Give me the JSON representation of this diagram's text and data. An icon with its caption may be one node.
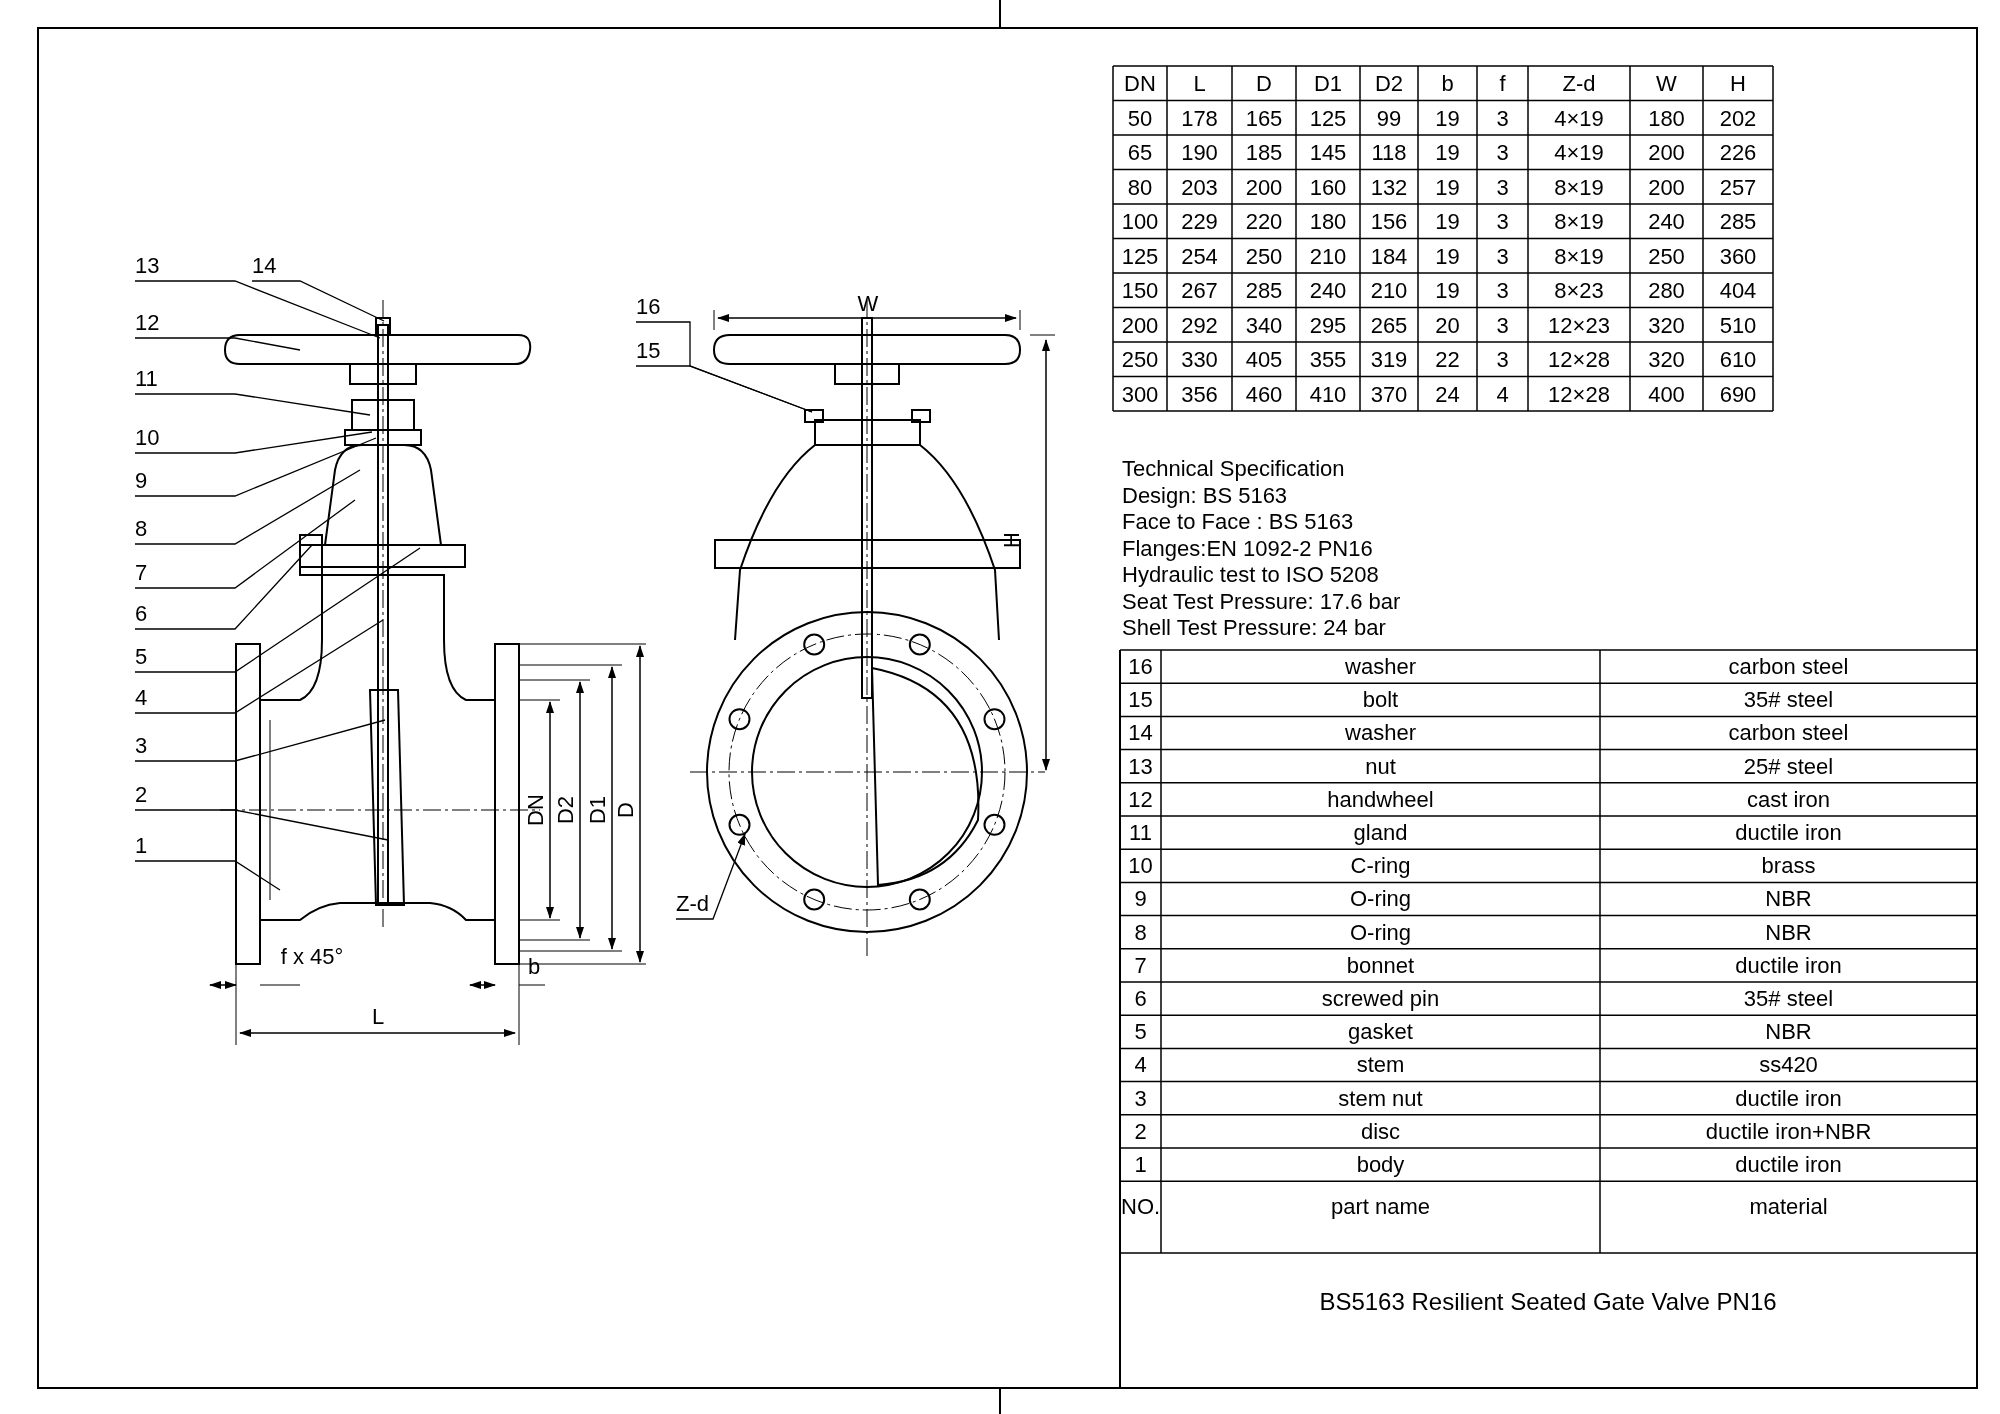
{
  "diagram": {
    "title": "BS5163 Resilient Seated Gate Valve PN16",
    "nodes": [
      {
        "text": [
          "13"
        ]
      },
      {
        "text": [
          "14"
        ]
      },
      {
        "text": [
          "12"
        ]
      },
      {
        "text": [
          "11"
        ]
      },
      {
        "text": [
          "10"
        ]
      },
      {
        "text": [
          "9"
        ]
      },
      {
        "text": [
          "8"
        ]
      },
      {
        "text": [
          "7"
        ]
      },
      {
        "text": [
          "6"
        ]
      },
      {
        "text": [
          "5"
        ]
      },
      {
        "text": [
          "4"
        ]
      },
      {
        "text": [
          "3"
        ]
      },
      {
        "text": [
          "2"
        ]
      },
      {
        "text": [
          "1"
        ]
      },
      {
        "text": [
          "16"
        ]
      },
      {
        "text": [
          "15"
        ]
      },
      {
        "text": [
          "Z-d"
        ]
      },
      {
        "text": [],
        "shape": "picture"
      },
      {
        "text": [],
        "shape": "picture"
      }
    ],
    "edges": [
      {
        "from": 0,
        "to": 17,
        "arrow": "none"
      },
      {
        "from": 1,
        "to": 17,
        "arrow": "none"
      },
      {
        "from": 2,
        "to": 17,
        "arrow": "none"
      },
      {
        "from": 3,
        "to": 17,
        "arrow": "none"
      },
      {
        "from": 4,
        "to": 17,
        "arrow": "none"
      },
      {
        "from": 5,
        "to": 17,
        "arrow": "none"
      },
      {
        "from": 6,
        "to": 17,
        "arrow": "none"
      },
      {
        "from": 7,
        "to": 17,
        "arrow": "none"
      },
      {
        "from": 8,
        "to": 17,
        "arrow": "none"
      },
      {
        "from": 9,
        "to": 17,
        "arrow": "none"
      },
      {
        "from": 10,
        "to": 17,
        "arrow": "none"
      },
      {
        "from": 11,
        "to": 17,
        "arrow": "none"
      },
      {
        "from": 12,
        "to": 17,
        "arrow": "none"
      },
      {
        "from": 13,
        "to": 17,
        "arrow": "none"
      },
      {
        "from": 14,
        "to": 18,
        "arrow": "none"
      },
      {
        "from": 15,
        "to": 18,
        "arrow": "none"
      },
      {
        "from": 16,
        "to": 18,
        "arrow": "to"
      }
    ],
    "labels": [
      "W",
      "H",
      "DN",
      "D2",
      "D1",
      "D",
      "f x 45°",
      "b",
      "L",
      "DN",
      "L",
      "D",
      "D1",
      "D2",
      "b",
      "f",
      "Z-d",
      "W",
      "H",
      "50",
      "178",
      "165",
      "125",
      "99",
      "19",
      "3",
      "4×19",
      "180",
      "202",
      "65",
      "190",
      "185",
      "145",
      "118",
      "19",
      "3",
      "4×19",
      "200",
      "226",
      "80",
      "203",
      "200",
      "160",
      "132",
      "19",
      "3",
      "8×19",
      "200",
      "257",
      "100",
      "229",
      "220",
      "180",
      "156",
      "19",
      "3",
      "8×19",
      "240",
      "285",
      "125",
      "254",
      "250",
      "210",
      "184",
      "19",
      "3",
      "8×19",
      "250",
      "360",
      "150",
      "267",
      "285",
      "240",
      "210",
      "19",
      "3",
      "8×23",
      "280",
      "404",
      "200",
      "292",
      "340",
      "295",
      "265",
      "20",
      "3",
      "12×23",
      "320",
      "510",
      "250",
      "330",
      "405",
      "355",
      "319",
      "22",
      "3",
      "12×28",
      "320",
      "610",
      "300",
      "356",
      "460",
      "410",
      "370",
      "24",
      "4",
      "12×28",
      "400",
      "690",
      "Technical Specification",
      "Design: BS 5163",
      "Face to Face : BS 5163",
      "Flanges:EN 1092-2 PN16",
      "Hydraulic test to ISO 5208",
      "Seat Test Pressure: 17.6 bar",
      "Shell Test Pressure: 24 bar",
      "16",
      "washer",
      "carbon steel",
      "15",
      "bolt",
      "35# steel",
      "14",
      "washer",
      "carbon steel",
      "13",
      "nut",
      "25# steel",
      "12",
      "handwheel",
      "cast iron",
      "11",
      "gland",
      "ductile iron",
      "10",
      "C-ring",
      "brass",
      "9",
      "O-ring",
      "NBR",
      "8",
      "O-ring",
      "NBR",
      "7",
      "bonnet",
      "ductile iron",
      "6",
      "screwed pin",
      "35# steel",
      "5",
      "gasket",
      "NBR",
      "4",
      "stem",
      "ss420",
      "3",
      "stem nut",
      "ductile iron",
      "2",
      "disc",
      "ductile iron+NBR",
      "1",
      "body",
      "ductile iron",
      "NO.",
      "part name",
      "material"
    ]
  }
}
